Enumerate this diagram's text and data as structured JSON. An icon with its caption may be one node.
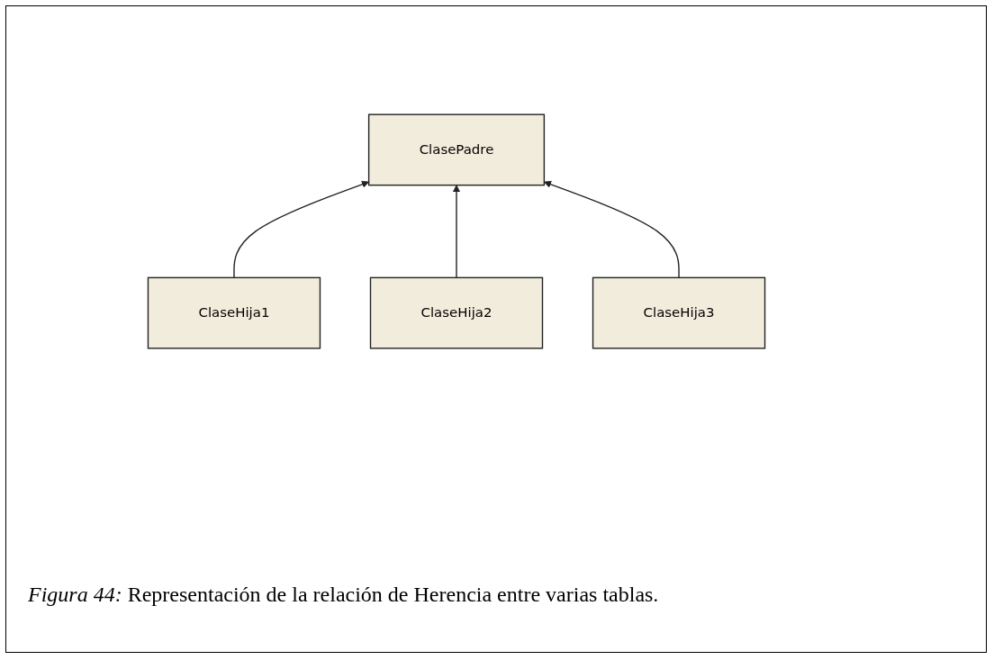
{
  "diagram": {
    "caption": "*Figura 44:* Representación de la relación de Herencia entre varias tablas.",
    "nodes": [
      {
        "text": [
          "ClasePadre"
        ]
      },
      {
        "text": [
          "ClaseHija1"
        ]
      },
      {
        "text": [
          "ClaseHija2"
        ]
      },
      {
        "text": [
          "ClaseHija3"
        ]
      }
    ],
    "edges": [
      {
        "from": 1,
        "to": 0,
        "arrow": "to"
      },
      {
        "from": 2,
        "to": 0,
        "arrow": "to"
      },
      {
        "from": 3,
        "to": 0,
        "arrow": "to"
      }
    ]
  }
}
